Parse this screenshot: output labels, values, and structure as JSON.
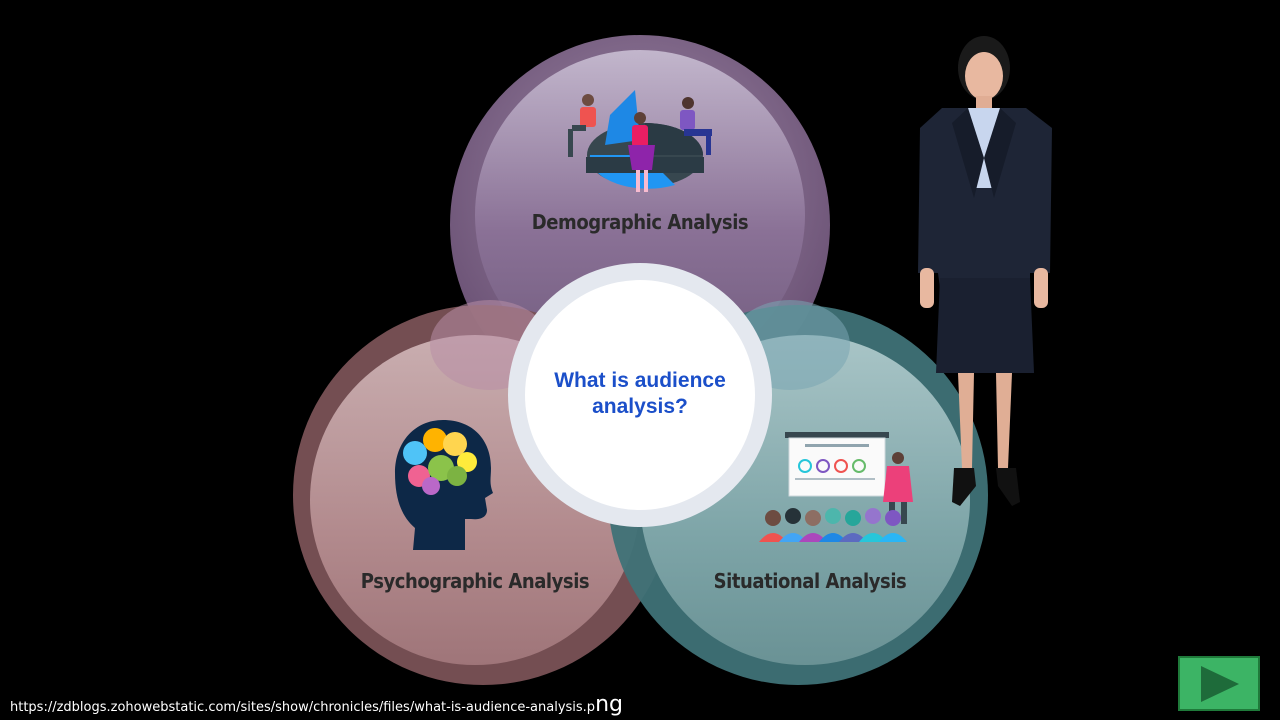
{
  "venn": {
    "top_label": "Demographic Analysis",
    "left_label": "Psychographic Analysis",
    "right_label": "Situational Analysis",
    "center_question": "What is audience analysis?"
  },
  "illustrations": {
    "demographic": "people-around-pie-chart",
    "psychographic": "colorful-brain-head",
    "situational": "presenter-with-audience",
    "presenter": "woman-in-business-suit"
  },
  "footer": {
    "source_url_main": "https://zdblogs.zohowebstatic.com/sites/show/chronicles/files/what-is-audience-analysis.p",
    "source_url_tail": "ng"
  },
  "controls": {
    "play_icon": "play-icon"
  },
  "colors": {
    "background": "#000000",
    "center_text": "#1b4fc9",
    "play_button": "#3cb465"
  }
}
